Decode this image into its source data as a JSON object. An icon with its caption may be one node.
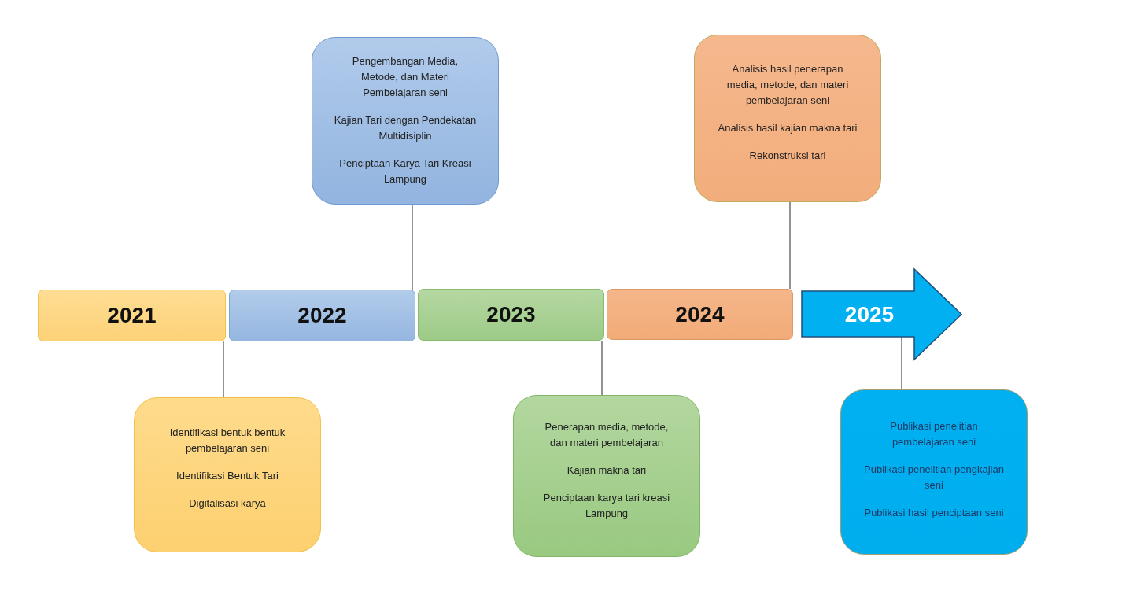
{
  "diagram": {
    "nodes": [
      {
        "text": [
          "2021"
        ]
      },
      {
        "text": [
          "2022"
        ]
      },
      {
        "text": [
          "2023"
        ]
      },
      {
        "text": [
          "2024"
        ]
      },
      {
        "text": [
          "2025"
        ]
      },
      {
        "text": [
          "Identifikasi bentuk bentuk pembelajaran seni",
          "Identifikasi Bentuk Tari",
          "Digitalisasi karya"
        ]
      },
      {
        "text": [
          "Pengembangan Media, Metode, dan Materi Pembelajaran seni",
          "Kajian Tari dengan Pendekatan Multidisiplin",
          "Penciptaan Karya Tari Kreasi Lampung"
        ]
      },
      {
        "text": [
          "Penerapan media, metode, dan materi pembelajaran",
          "Kajian makna tari",
          "Penciptaan karya tari kreasi Lampung"
        ]
      },
      {
        "text": [
          "Analisis hasil penerapan media, metode, dan materi pembelajaran seni",
          "Analisis hasil kajian makna tari",
          "Rekonstruksi tari"
        ]
      },
      {
        "text": [
          "Publikasi penelitian pembelajaran seni",
          "Publikasi penelitian pengkajian seni",
          "Publikasi hasil penciptaan seni"
        ]
      }
    ],
    "edges": [
      {
        "from": 0,
        "to": 5,
        "arrow": "none"
      },
      {
        "from": 1,
        "to": 6,
        "arrow": "none"
      },
      {
        "from": 2,
        "to": 7,
        "arrow": "none"
      },
      {
        "from": 3,
        "to": 8,
        "arrow": "none"
      },
      {
        "from": 4,
        "to": 9,
        "arrow": "none"
      }
    ]
  }
}
